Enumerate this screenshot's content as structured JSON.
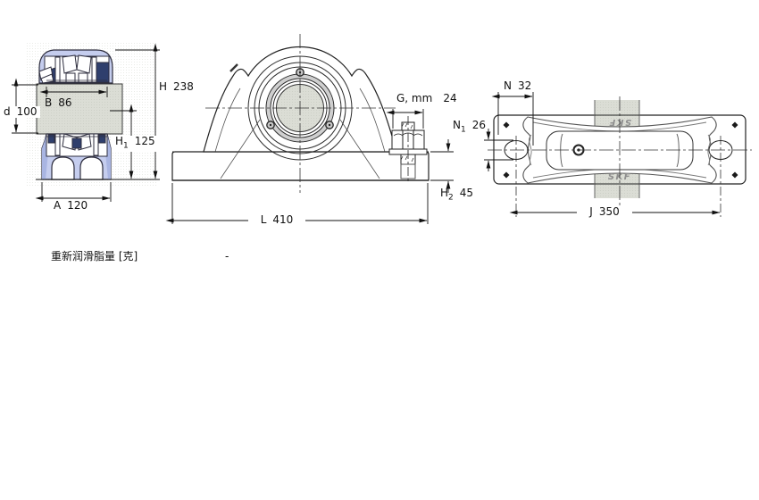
{
  "views": {
    "side_view": {
      "dims": {
        "B": {
          "label": "B",
          "value": "86"
        },
        "d": {
          "label": "d",
          "value": "100"
        },
        "A": {
          "label": "A",
          "value": "120"
        },
        "H1": {
          "label": "H",
          "sub": "1",
          "value": "125"
        },
        "H": {
          "label": "H",
          "value": "238"
        }
      }
    },
    "front_view": {
      "dims": {
        "G": {
          "label": "G, mm",
          "value": "24"
        },
        "H2": {
          "label": "H",
          "sub": "2",
          "value": "45"
        },
        "L": {
          "label": "L",
          "value": "410"
        }
      }
    },
    "top_view": {
      "brand": "SKF",
      "dims": {
        "N": {
          "label": "N",
          "value": "32"
        },
        "N1": {
          "label": "N",
          "sub": "1",
          "value": "26"
        },
        "J": {
          "label": "J",
          "value": "350"
        }
      }
    }
  },
  "note": {
    "label": "重新润滑脂量 [克]",
    "value": "-"
  },
  "colors": {
    "housing_blue": "#c5cdee",
    "housing_blue_dark": "#a9b5e2",
    "seal_navy": "#2f3f6d",
    "shaft_gray": "#dbddd5",
    "shaft_dot": "#cdd0c7",
    "line": "#1c1c1c"
  }
}
